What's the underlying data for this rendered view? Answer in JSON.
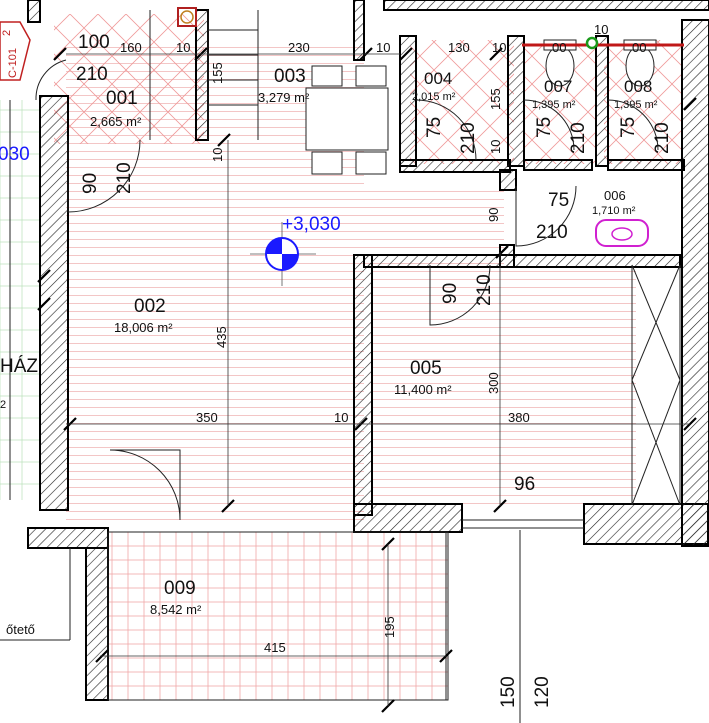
{
  "rooms": [
    {
      "id": "room-001",
      "number": "001",
      "area": "2,665 m²"
    },
    {
      "id": "room-002",
      "number": "002",
      "area": "18,006 m²"
    },
    {
      "id": "room-003",
      "number": "003",
      "area": "3,279 m²"
    },
    {
      "id": "room-004",
      "number": "004",
      "area": "2,015 m²"
    },
    {
      "id": "room-005",
      "number": "005",
      "area": "11,400 m²"
    },
    {
      "id": "room-006",
      "number": "006",
      "area": "1,710 m²"
    },
    {
      "id": "room-007",
      "number": "007",
      "area": "1,395 m²"
    },
    {
      "id": "room-008",
      "number": "008",
      "area": "1,395 m²"
    },
    {
      "id": "room-009",
      "number": "009",
      "area": "8,542 m²"
    }
  ],
  "level_marker": "+3,030",
  "level_marker_cut": "030",
  "section_tag": "C-101",
  "section_tag_superscript": "2",
  "partial_labels": {
    "haz": "HÁZ",
    "tető": "őtető",
    "super2": "2"
  },
  "dims": {
    "d100": "100",
    "d210a": "210",
    "d160": "160",
    "d10a": "10",
    "d155a": "155",
    "d230": "230",
    "d10b": "10",
    "d130": "130",
    "d10c": "10",
    "d10top": "10",
    "d90a": "90",
    "d210b": "210",
    "d10d": "10",
    "d75a": "75",
    "d210c": "210",
    "d155b": "155",
    "d10e": "10",
    "d75b": "75",
    "d210d": "210",
    "d75c": "75",
    "d210e": "210",
    "d90b": "90",
    "d75d": "75",
    "d210f": "210",
    "d90c": "90",
    "d210g": "210",
    "d435": "435",
    "d350": "350",
    "d10f": "10",
    "d380": "380",
    "d300": "300",
    "d96": "96",
    "d195": "195",
    "d415": "415",
    "d150": "150",
    "d120": "120",
    "d00a": "00",
    "d00b": "00"
  }
}
